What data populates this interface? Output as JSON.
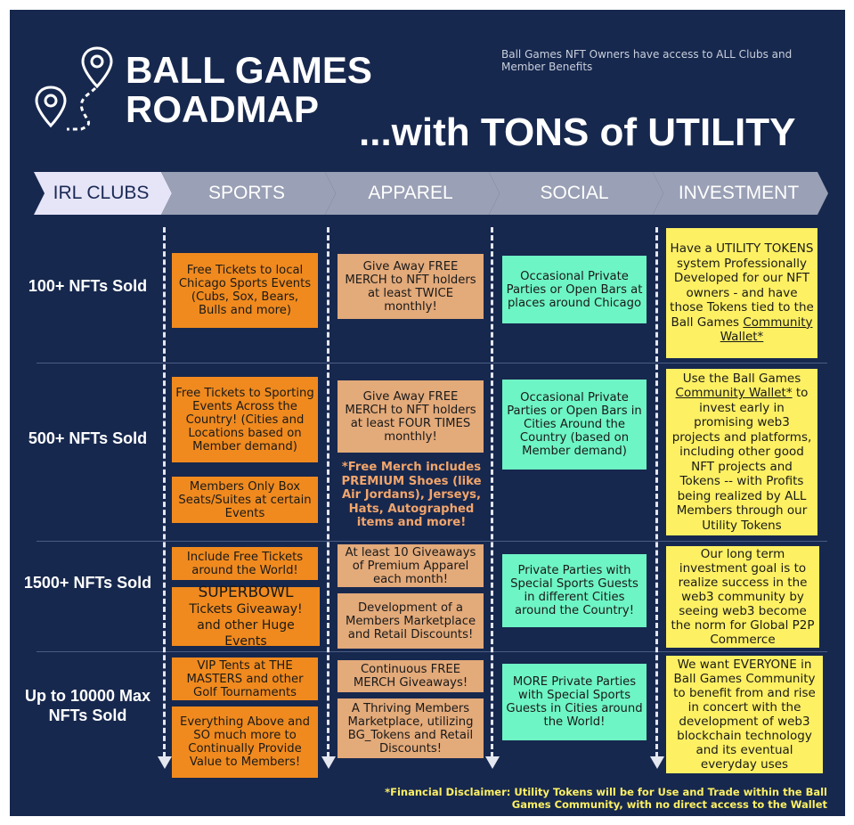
{
  "header": {
    "title_line1": "BALL GAMES",
    "title_line2": "ROADMAP",
    "subtitle": "...with TONS of UTILITY",
    "note": "Ball Games NFT Owners have access to ALL Clubs and Member Benefits",
    "icons": [
      "map-pin-icon",
      "map-pin-icon"
    ]
  },
  "columns": [
    "IRL CLUBS",
    "SPORTS",
    "APPAREL",
    "SOCIAL",
    "INVESTMENT"
  ],
  "rows": [
    {
      "label": "100+ NFTs Sold",
      "sports": [
        "Free Tickets to local Chicago Sports Events (Cubs, Sox, Bears, Bulls and more)"
      ],
      "apparel": [
        "Give Away FREE MERCH to NFT holders at least TWICE monthly!"
      ],
      "social": "Occasional Private Parties or Open Bars at places around Chicago",
      "investment": {
        "text": "Have a UTILITY TOKENS system Professionally Developed for our NFT owners - and have those Tokens tied to the Ball Games",
        "link": "Community Wallet*"
      }
    },
    {
      "label": "500+ NFTs Sold",
      "sports": [
        "Free Tickets to Sporting Events Across the Country! (Cities and Locations based on Member demand)",
        "Members Only Box Seats/Suites at certain Events"
      ],
      "apparel": [
        "Give Away FREE MERCH to NFT holders at least FOUR TIMES monthly!"
      ],
      "apparel_note": "*Free Merch includes PREMIUM Shoes (like Air Jordans), Jerseys, Hats, Autographed items and more!",
      "social": "Occasional Private Parties or Open Bars in Cities Around the Country (based on Member demand)",
      "investment": {
        "pre": "Use the Ball Games",
        "link": "Community Wallet*",
        "text": "to invest early in promising web3 projects and platforms, including other good NFT projects and Tokens -- with Profits being realized by ALL Members through our Utility Tokens"
      }
    },
    {
      "label": "1500+ NFTs Sold",
      "sports": [
        "Include Free Tickets around the World!",
        "SUPERBOWL",
        "Tickets Giveaway!",
        "and other Huge Events"
      ],
      "apparel": [
        "At least 10 Giveaways of Premium Apparel each month!",
        "Development of a Members Marketplace and Retail Discounts!"
      ],
      "social": "Private Parties with Special Sports Guests in different Cities around the Country!",
      "investment": {
        "text": "Our long term investment goal is to realize success in the web3 community by seeing web3 become the norm for Global P2P Commerce"
      }
    },
    {
      "label_line1": "Up to 10000 Max",
      "label_line2": "NFTs Sold",
      "sports": [
        "VIP Tents at THE MASTERS and other Golf Tournaments",
        "Everything Above and SO much more to Continually Provide Value to Members!"
      ],
      "apparel": [
        "Continuous FREE MERCH Giveaways!",
        "A Thriving Members Marketplace, utilizing BG_Tokens and Retail Discounts!"
      ],
      "social": "MORE Private Parties with Special Sports Guests in Cities around the World!",
      "investment": {
        "text": "We want EVERYONE in Ball Games Community to benefit from and rise in concert with the development of web3 blockchain technology and its eventual everyday uses"
      }
    }
  ],
  "disclaimer": {
    "line1": "*Financial Disclaimer: Utility Tokens will be for Use and Trade within the Ball",
    "line2": "Games Community, with no direct access to the Wallet"
  },
  "colors": {
    "background": "#17284e",
    "sports": "#f08a1e",
    "apparel": "#e3aa7a",
    "social": "#6ef5c5",
    "investment": "#fdf063",
    "irl_chevron": "#e6e4f7",
    "chevron": "#9aa0b5"
  }
}
